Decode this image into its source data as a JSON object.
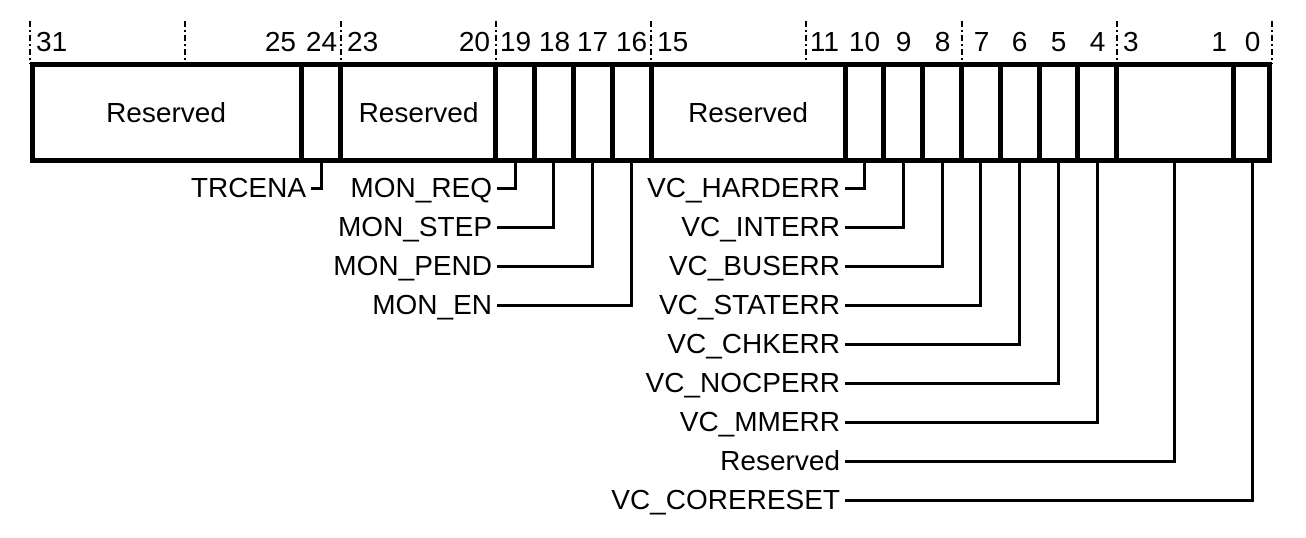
{
  "register_diagram": {
    "description": "32-bit register bit-field diagram",
    "fields": [
      {
        "high": "31",
        "low": "25",
        "label": "Reserved"
      },
      {
        "high": "24",
        "low": "24",
        "label": ""
      },
      {
        "high": "23",
        "low": "20",
        "label": "Reserved"
      },
      {
        "high": "19",
        "low": "19",
        "label": ""
      },
      {
        "high": "18",
        "low": "18",
        "label": ""
      },
      {
        "high": "17",
        "low": "17",
        "label": ""
      },
      {
        "high": "16",
        "low": "16",
        "label": ""
      },
      {
        "high": "15",
        "low": "11",
        "label": "Reserved"
      },
      {
        "high": "10",
        "low": "10",
        "label": ""
      },
      {
        "high": "9",
        "low": "9",
        "label": ""
      },
      {
        "high": "8",
        "low": "8",
        "label": ""
      },
      {
        "high": "7",
        "low": "7",
        "label": ""
      },
      {
        "high": "6",
        "low": "6",
        "label": ""
      },
      {
        "high": "5",
        "low": "5",
        "label": ""
      },
      {
        "high": "4",
        "low": "4",
        "label": ""
      },
      {
        "high": "3",
        "low": "1",
        "label": ""
      },
      {
        "high": "0",
        "low": "0",
        "label": ""
      }
    ],
    "callouts": [
      {
        "side": "left",
        "row": 1,
        "label": "TRCENA",
        "bit": 24
      },
      {
        "side": "left",
        "row": 1,
        "label": "MON_REQ",
        "bit": 19
      },
      {
        "side": "left",
        "row": 2,
        "label": "MON_STEP",
        "bit": 18
      },
      {
        "side": "left",
        "row": 3,
        "label": "MON_PEND",
        "bit": 17
      },
      {
        "side": "left",
        "row": 4,
        "label": "MON_EN",
        "bit": 16
      },
      {
        "side": "right",
        "row": 1,
        "label": "VC_HARDERR",
        "bit": 10
      },
      {
        "side": "right",
        "row": 2,
        "label": "VC_INTERR",
        "bit": 9
      },
      {
        "side": "right",
        "row": 3,
        "label": "VC_BUSERR",
        "bit": 8
      },
      {
        "side": "right",
        "row": 4,
        "label": "VC_STATERR",
        "bit": 7
      },
      {
        "side": "right",
        "row": 5,
        "label": "VC_CHKERR",
        "bit": 6
      },
      {
        "side": "right",
        "row": 6,
        "label": "VC_NOCPERR",
        "bit": 5
      },
      {
        "side": "right",
        "row": 7,
        "label": "VC_MMERR",
        "bit": 4
      },
      {
        "side": "right",
        "row": 8,
        "label": "Reserved",
        "bit": 2
      },
      {
        "side": "right",
        "row": 9,
        "label": "VC_CORERESET",
        "bit": 0
      }
    ],
    "colors": {
      "line": "#000000",
      "text": "#000000",
      "background": "#ffffff"
    }
  }
}
